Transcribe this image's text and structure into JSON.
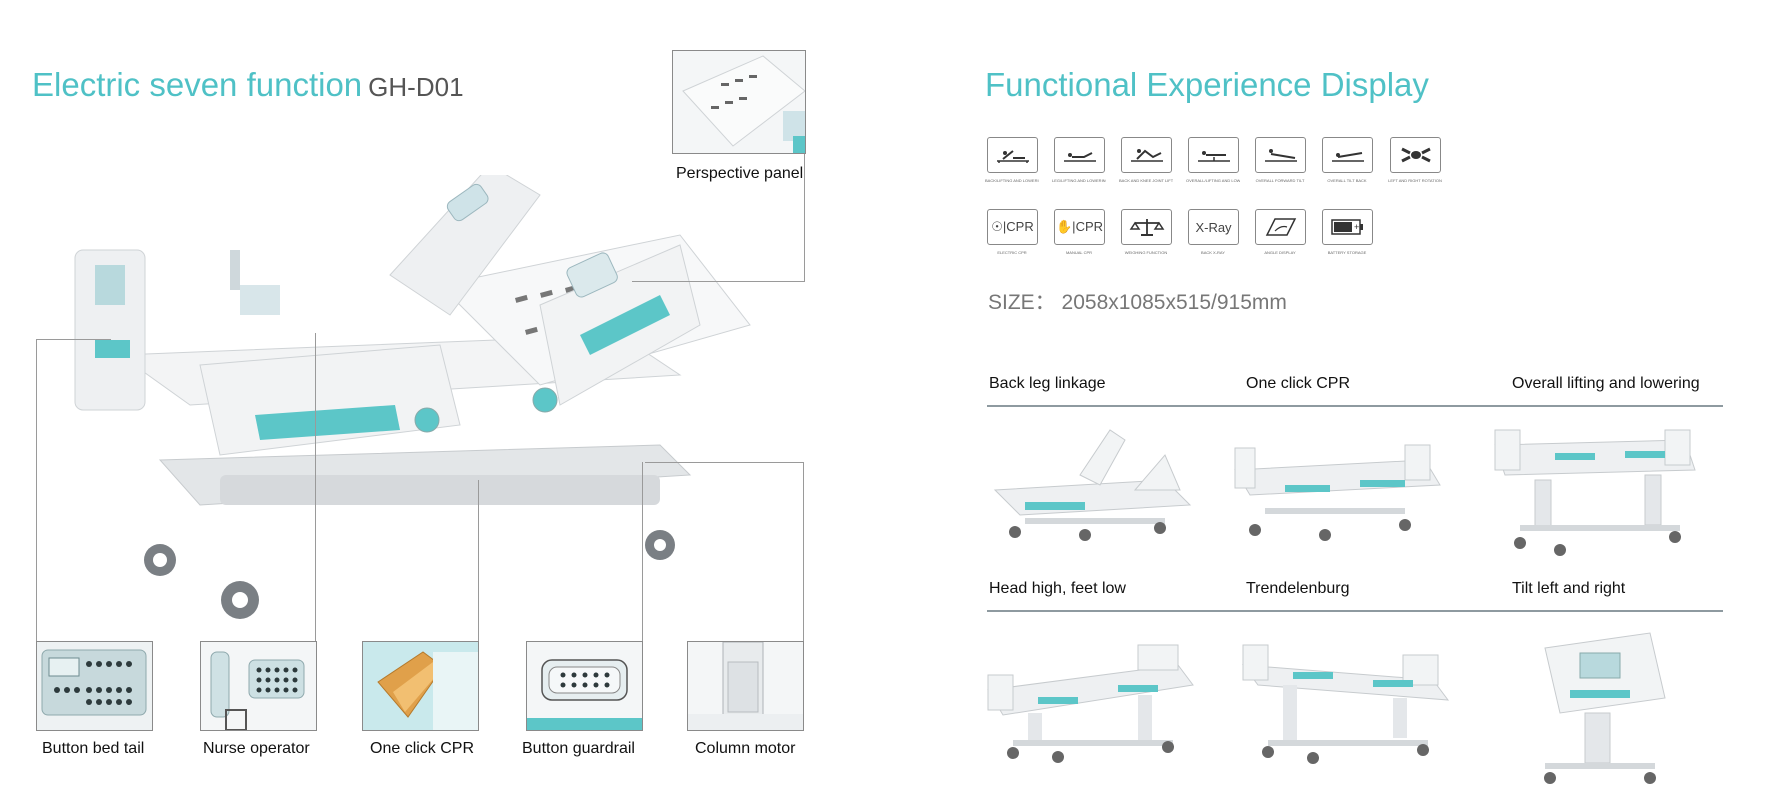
{
  "left": {
    "title": "Electric seven function",
    "model": "GH-D01",
    "callouts": {
      "perspective_panel": "Perspective panel",
      "button_bed_tail": "Button bed tail",
      "nurse_operator": "Nurse operator",
      "one_click_cpr": "One click CPR",
      "button_guardrail": "Button guardrail",
      "column_motor": "Column motor"
    }
  },
  "right": {
    "title": "Functional Experience Display",
    "icons_row1": [
      {
        "name": "back-lifting-icon",
        "caption": "BACK/LIFTING AND LOWERING"
      },
      {
        "name": "leg-lifting-icon",
        "caption": "LEG/LIFTING AND LOWERING"
      },
      {
        "name": "back-knee-linkage-icon",
        "caption": "BACK AND KNEE JOINT LIFTING AND LOWERING"
      },
      {
        "name": "overall-lifting-icon",
        "caption": "OVERALL/LIFTING AND LOWERING"
      },
      {
        "name": "overall-forward-tilt-icon",
        "caption": "OVERALL FORWARD TILT"
      },
      {
        "name": "overall-tilt-back-icon",
        "caption": "OVERALL TILT BACK"
      },
      {
        "name": "left-right-rotation-icon",
        "caption": "LEFT AND RIGHT ROTATION"
      }
    ],
    "icons_row2": [
      {
        "name": "electric-cpr-icon",
        "label": "CPR",
        "caption": "ELECTRIC CPR"
      },
      {
        "name": "manual-cpr-icon",
        "label": "CPR",
        "caption": "MANUAL CPR"
      },
      {
        "name": "weighing-function-icon",
        "caption": "WEIGHING FUNCTION"
      },
      {
        "name": "xray-icon",
        "label": "X-Ray",
        "caption": "BACK X-RAY"
      },
      {
        "name": "angle-display-icon",
        "caption": "ANGLE DISPLAY"
      },
      {
        "name": "battery-storage-icon",
        "caption": "BATTERY STORAGE"
      }
    ],
    "size_label": "SIZE：",
    "size_value": "2058x1085x515/915mm",
    "functions_row1": [
      "Back leg linkage",
      "One click CPR",
      "Overall lifting and lowering"
    ],
    "functions_row2": [
      "Head high, feet low",
      "Trendelenburg",
      "Tilt left and right"
    ]
  },
  "colors": {
    "accent": "#4fc1c6",
    "text": "#111111",
    "muted": "#777777",
    "rule": "#8e9aa0"
  }
}
